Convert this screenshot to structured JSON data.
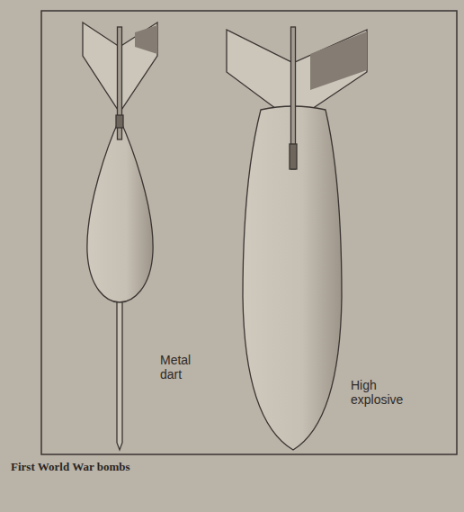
{
  "diagram": {
    "caption": "First World War bombs",
    "labels": [
      "Metal dart",
      "High explosive"
    ]
  }
}
